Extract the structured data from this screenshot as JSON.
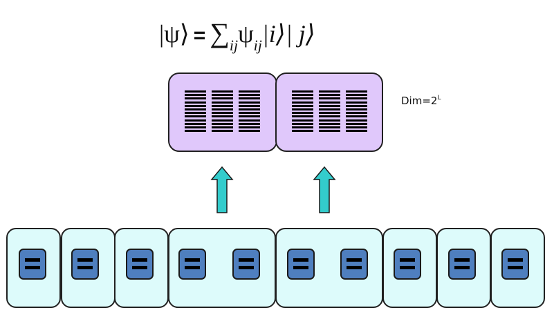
{
  "equation": {
    "ket_psi": "|ψ⟩",
    "equals": "=",
    "sum": "∑",
    "sum_sub": "ij",
    "psi": "ψ",
    "psi_sub": "ij",
    "ket_i": "|i⟩",
    "ket_j": "| j⟩"
  },
  "dim_label": {
    "text": "Dim=2",
    "exponent": "L"
  },
  "colors": {
    "block_fill": "#e0c8fb",
    "site_fill": "#ddfbfb",
    "spin_fill": "#4f7fbf",
    "arrow_fill": "#33cccc"
  },
  "icons": {
    "arrow": "arrow-up-icon",
    "spin": "spin-state-icon"
  }
}
